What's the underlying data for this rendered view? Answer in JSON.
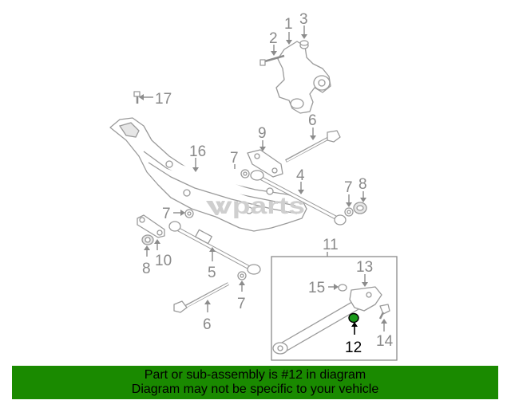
{
  "watermark": "vparts",
  "callouts": {
    "c1": "1",
    "c2": "2",
    "c3": "3",
    "c4": "4",
    "c6a": "6",
    "c6b": "6",
    "c5": "5",
    "c7a": "7",
    "c7b": "7",
    "c7c": "7",
    "c7d": "7",
    "c8a": "8",
    "c8b": "8",
    "c9": "9",
    "c10": "10",
    "c11": "11",
    "c12": "12",
    "c13": "13",
    "c14": "14",
    "c15": "15",
    "c16": "16",
    "c17": "17"
  },
  "highlight_color": "#000000",
  "footer": {
    "line1": "Part or sub-assembly is #12 in diagram",
    "line2": "Diagram may not be specific to your vehicle",
    "background": "#1a8a00"
  }
}
